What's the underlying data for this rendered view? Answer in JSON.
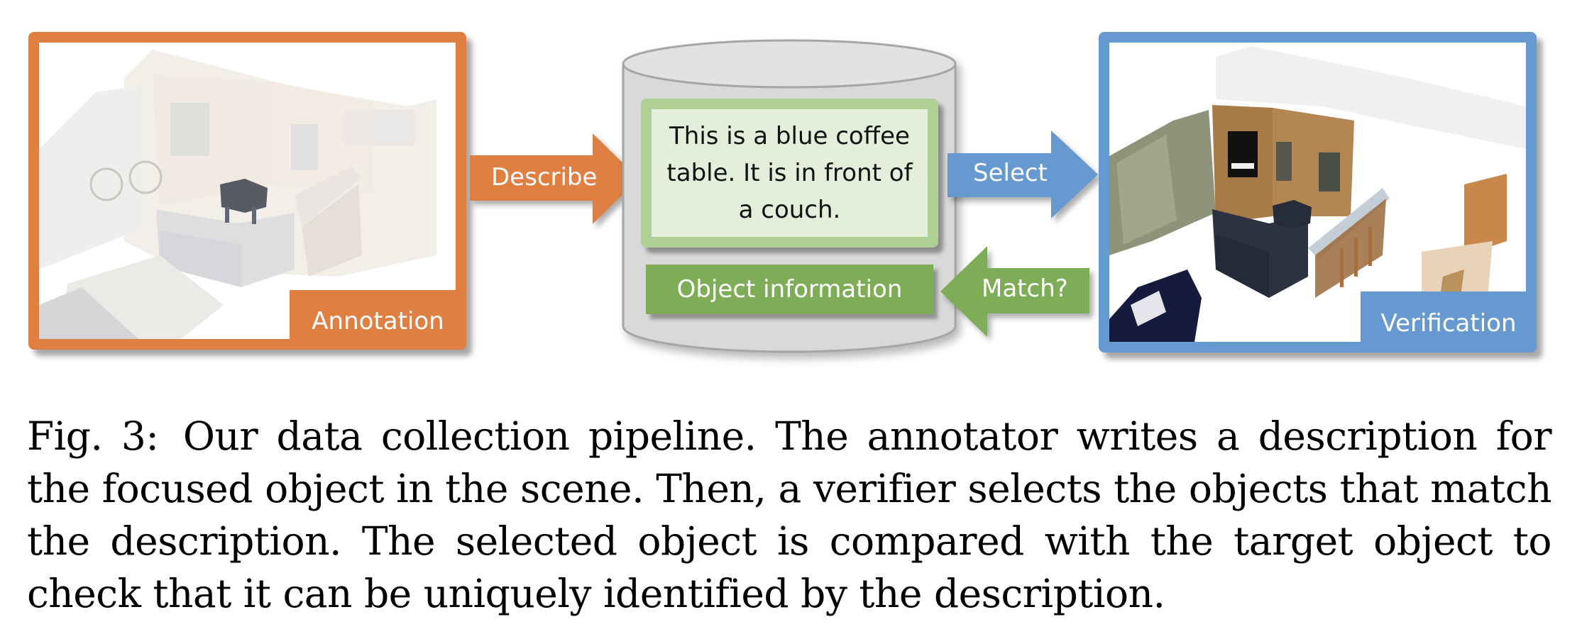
{
  "figure": {
    "colors": {
      "annotation": "#e07f42",
      "verification": "#6699cf",
      "description_outer": "#b0cf94",
      "description_inner": "#e3eedb",
      "object_info": "#7fac57",
      "match_arrow": "#7fac57",
      "database": "#d9d9d9"
    },
    "annotation_panel": {
      "label": "Annotation",
      "image": "faded-3d-scan-with-highlighted-coffee-table"
    },
    "verification_panel": {
      "label": "Verification",
      "image": "colored-3d-scan-of-living-room"
    },
    "arrows": {
      "describe": "Describe",
      "select": "Select",
      "match": "Match?"
    },
    "database": {
      "icon": "database-cylinder-icon",
      "description_text": "This is a blue coffee table. It is in front of a couch.",
      "object_info_label": "Object information"
    }
  },
  "caption": {
    "label": "Fig. 3:",
    "text": "Our data collection pipeline. The annotator writes a description for the focused object in the scene. Then, a verifier selects the objects that match the description. The selected object is compared with the target object to check that it can be uniquely identified by the description."
  }
}
